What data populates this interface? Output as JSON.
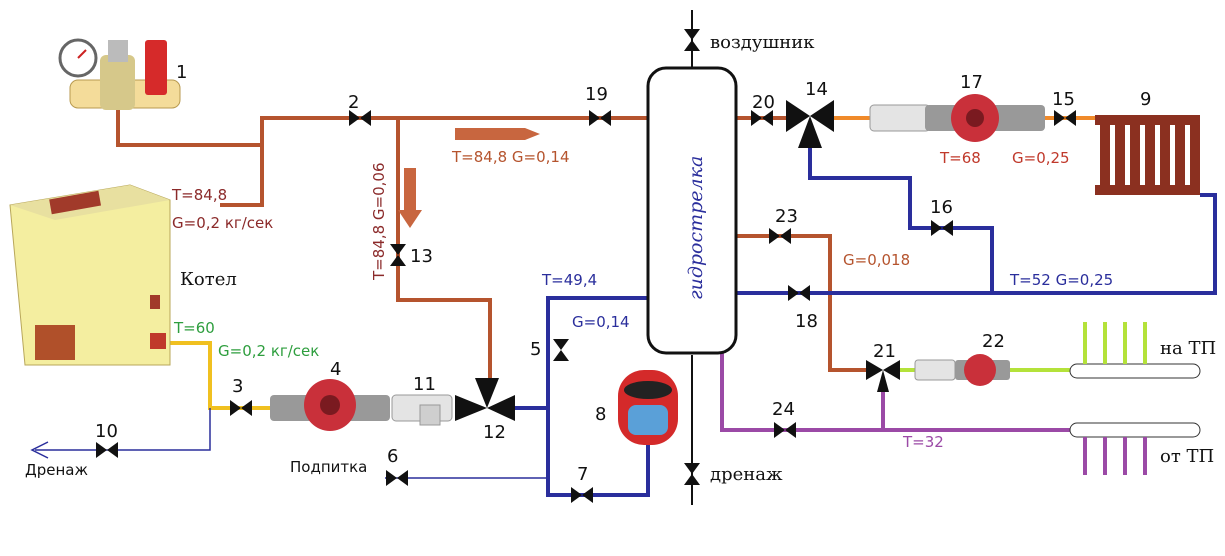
{
  "colors": {
    "hot": "#b5542e",
    "cold": "#2a2e9c",
    "supply_green": "#2e9e3e",
    "floor": "#9b4aa6",
    "boiler_out": "#f0c020",
    "floor_green": "#b4e23a",
    "text_dark": "#111111",
    "hydro_text": "#2a2e9c"
  },
  "labels": {
    "vozdushnik": "воздушник",
    "drenazh_right": "дренаж",
    "drenazh_left": "Дренаж",
    "podpitka": "Подпитка",
    "kotel": "Котел",
    "hydro": "гидрострелка",
    "na_tp": "на ТП",
    "ot_tp": "от ТП"
  },
  "params": {
    "boiler_top_T": "T=84,8",
    "boiler_top_G": "G=0,2 кг/сек",
    "boiler_out_T": "T=60",
    "boiler_out_G": "G=0,2 кг/сек",
    "main_line": "T=84,8  G=0,14",
    "bypass_line": "T=84,8 G=0,06",
    "return_T": "T=49,4",
    "return_G": "G=0,14",
    "radiator_T": "T=68",
    "radiator_G": "G=0,25",
    "line23_G": "G=0,018",
    "return_rad": "T=52  G=0,25",
    "floor_return_T": "T=32"
  },
  "numbers": {
    "n1": "1",
    "n2": "2",
    "n3": "3",
    "n4": "4",
    "n5": "5",
    "n6": "6",
    "n7": "7",
    "n8": "8",
    "n9": "9",
    "n10": "10",
    "n11": "11",
    "n12": "12",
    "n13": "13",
    "n14": "14",
    "n15": "15",
    "n16": "16",
    "n17": "17",
    "n18": "18",
    "n19": "19",
    "n20": "20",
    "n21": "21",
    "n22": "22",
    "n23": "23",
    "n24": "24"
  }
}
